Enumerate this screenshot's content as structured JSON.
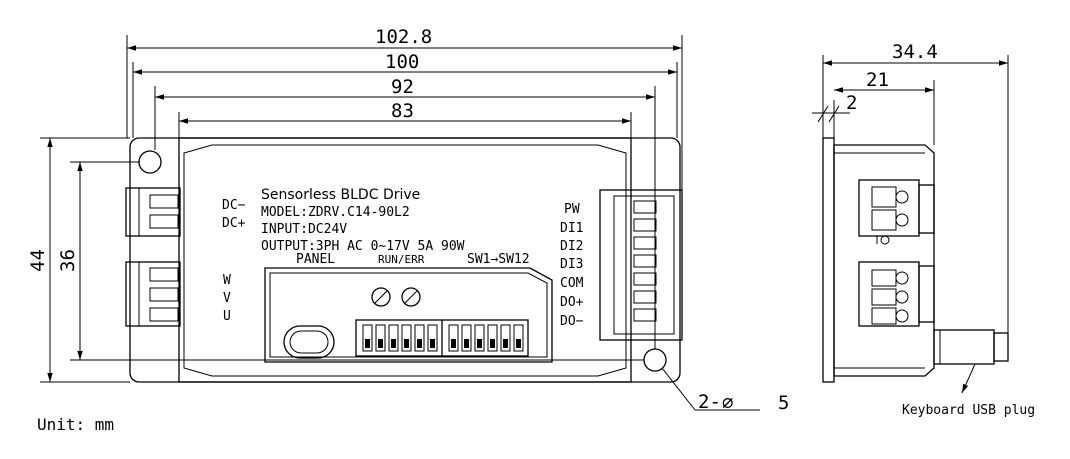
{
  "dimensions": {
    "width_overall": "102.8",
    "width_mount": "100",
    "width_body": "92",
    "width_inner": "83",
    "height_overall": "44",
    "height_mount": "36",
    "depth_overall": "34.4",
    "depth_body": "21",
    "flange_thickness": "2",
    "hole_count": "2-",
    "hole_symbol": "∅",
    "hole_diameter": "5"
  },
  "product": {
    "title": "Sensorless BLDC Drive",
    "model": "MODEL:ZDRV.C14-90L2",
    "input": "INPUT:DC24V",
    "output": "OUTPUT:3PH AC 0~17V 5A 90W"
  },
  "panel": {
    "panel_label": "PANEL",
    "run_err_label": "RUN/ERR",
    "switch_label": "SW1→SW12"
  },
  "left_terminals": {
    "power": [
      "DC−",
      "DC+"
    ],
    "motor": [
      "W",
      "V",
      "U"
    ]
  },
  "right_terminals": [
    "PW",
    "DI1",
    "DI2",
    "DI3",
    "COM",
    "DO+",
    "DO−"
  ],
  "footer": {
    "unit": "Unit: mm",
    "usb_note": "Keyboard USB plug"
  }
}
